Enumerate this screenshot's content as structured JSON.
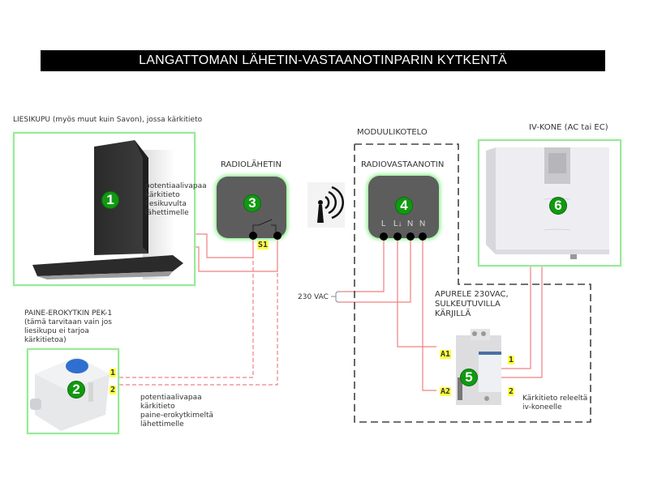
{
  "title": "LANGATTOMAN LÄHETIN-VASTAANOTINPARIN KYTKENTÄ",
  "components": {
    "hood": {
      "number": "1",
      "label": "LIESIKUPU (myös muut kuin Savon), jossa kärkitieto",
      "note_lines": [
        "potentiaalivapaa",
        "kärkitieto",
        "liesikuvulta",
        "lähettimelle"
      ]
    },
    "pressure_switch": {
      "number": "2",
      "label_lines": [
        "PAINE-EROKYTKIN PEK-1",
        "(tämä tarvitaan vain jos",
        "liesikupu ei tarjoa",
        "kärkitietoa)"
      ],
      "terminal_1": "1",
      "terminal_2": "2",
      "note_lines": [
        "potentiaalivapaa",
        "kärkitieto",
        "paine-erokytkimeltä",
        "lähettimelle"
      ]
    },
    "transmitter": {
      "number": "3",
      "label": "RADIOLÄHETIN",
      "terminal": "S1"
    },
    "receiver": {
      "number": "4",
      "label": "RADIOVASTAANOTIN",
      "pins": [
        "L",
        "L↓",
        "N",
        "N"
      ]
    },
    "relay": {
      "number": "5",
      "label_lines": [
        "APURELE 230VAC,",
        "SULKEUTUVILLA",
        "KÄRJILLÄ"
      ],
      "terminals": [
        "A1",
        "A2",
        "1",
        "2"
      ],
      "note_lines": [
        "Kärkitieto releeltä",
        "iv-koneelle"
      ]
    },
    "ventilation_unit": {
      "number": "6",
      "label": "IV-KONE (AC tai EC)"
    }
  },
  "module_enclosure_label": "MODUULIKOTELO",
  "supply_label": "230 VAC",
  "icons": {
    "radio": "radio-antenna-icon"
  },
  "colors": {
    "wire": "#e84a4a",
    "device": "#5d5d5d",
    "badge": "#119911",
    "highlight": "#ffff44",
    "glow": "#9be89b"
  }
}
